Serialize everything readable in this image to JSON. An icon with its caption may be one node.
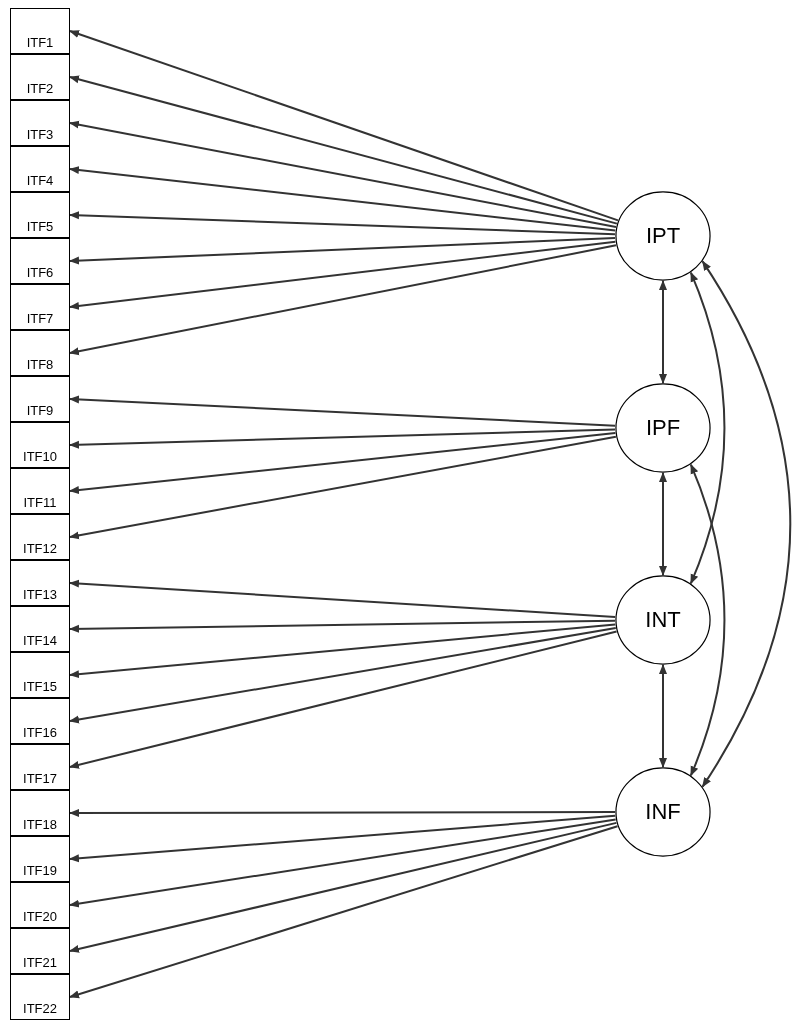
{
  "diagram": {
    "nodes": [
      {
        "text": [
          "ITF1"
        ]
      },
      {
        "text": [
          "ITF2"
        ]
      },
      {
        "text": [
          "ITF3"
        ]
      },
      {
        "text": [
          "ITF4"
        ]
      },
      {
        "text": [
          "ITF5"
        ]
      },
      {
        "text": [
          "ITF6"
        ]
      },
      {
        "text": [
          "ITF7"
        ]
      },
      {
        "text": [
          "ITF8"
        ]
      },
      {
        "text": [
          "ITF9"
        ]
      },
      {
        "text": [
          "ITF10"
        ]
      },
      {
        "text": [
          "ITF11"
        ]
      },
      {
        "text": [
          "ITF12"
        ]
      },
      {
        "text": [
          "ITF13"
        ]
      },
      {
        "text": [
          "ITF14"
        ]
      },
      {
        "text": [
          "ITF15"
        ]
      },
      {
        "text": [
          "ITF16"
        ]
      },
      {
        "text": [
          "ITF17"
        ]
      },
      {
        "text": [
          "ITF18"
        ]
      },
      {
        "text": [
          "ITF19"
        ]
      },
      {
        "text": [
          "ITF20"
        ]
      },
      {
        "text": [
          "ITF21"
        ]
      },
      {
        "text": [
          "ITF22"
        ]
      },
      {
        "text": [
          "IPT"
        ]
      },
      {
        "text": [
          "IPF"
        ]
      },
      {
        "text": [
          "INT"
        ]
      },
      {
        "text": [
          "INF"
        ]
      }
    ],
    "edges": [
      {
        "from": 22,
        "to": 0,
        "arrow": "to"
      },
      {
        "from": 22,
        "to": 1,
        "arrow": "to"
      },
      {
        "from": 22,
        "to": 2,
        "arrow": "to"
      },
      {
        "from": 22,
        "to": 3,
        "arrow": "to"
      },
      {
        "from": 22,
        "to": 4,
        "arrow": "to"
      },
      {
        "from": 22,
        "to": 5,
        "arrow": "to"
      },
      {
        "from": 22,
        "to": 6,
        "arrow": "to"
      },
      {
        "from": 22,
        "to": 7,
        "arrow": "to"
      },
      {
        "from": 23,
        "to": 8,
        "arrow": "to"
      },
      {
        "from": 23,
        "to": 9,
        "arrow": "to"
      },
      {
        "from": 23,
        "to": 10,
        "arrow": "to"
      },
      {
        "from": 23,
        "to": 11,
        "arrow": "to"
      },
      {
        "from": 24,
        "to": 12,
        "arrow": "to"
      },
      {
        "from": 24,
        "to": 13,
        "arrow": "to"
      },
      {
        "from": 24,
        "to": 14,
        "arrow": "to"
      },
      {
        "from": 24,
        "to": 15,
        "arrow": "to"
      },
      {
        "from": 24,
        "to": 16,
        "arrow": "to"
      },
      {
        "from": 25,
        "to": 17,
        "arrow": "to"
      },
      {
        "from": 25,
        "to": 18,
        "arrow": "to"
      },
      {
        "from": 25,
        "to": 19,
        "arrow": "to"
      },
      {
        "from": 25,
        "to": 20,
        "arrow": "to"
      },
      {
        "from": 25,
        "to": 21,
        "arrow": "to"
      },
      {
        "from": 22,
        "to": 23,
        "arrow": "both"
      },
      {
        "from": 23,
        "to": 24,
        "arrow": "both"
      },
      {
        "from": 24,
        "to": 25,
        "arrow": "both"
      },
      {
        "from": 22,
        "to": 24,
        "arrow": "both"
      },
      {
        "from": 23,
        "to": 25,
        "arrow": "both"
      },
      {
        "from": 22,
        "to": 25,
        "arrow": "both"
      }
    ]
  }
}
